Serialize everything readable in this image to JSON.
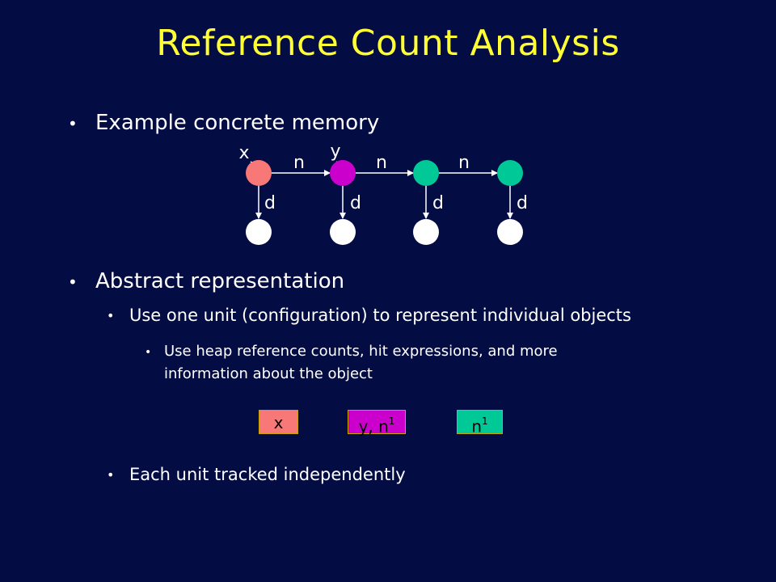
{
  "slide": {
    "title": "Reference Count Analysis",
    "bullets": [
      {
        "text": "Example concrete memory"
      },
      {
        "text": "Abstract representation"
      }
    ],
    "sub_bullets": [
      {
        "text": "Use one unit (configuration) to represent individual objects"
      },
      {
        "text": "Each unit tracked independently"
      }
    ],
    "sub_sub_bullets": [
      {
        "line1": "Use heap reference counts, hit expressions, and more",
        "line2": "information about the object"
      }
    ],
    "diagram": {
      "var_labels": [
        "x",
        "y"
      ],
      "edge_label_n": "n",
      "edge_label_d": "d",
      "node_colors": [
        "#f87878",
        "#cc00cc",
        "#00c896",
        "#00c896"
      ],
      "leaf_color": "#ffffff"
    },
    "units": [
      {
        "main": "x",
        "sup": "",
        "color": "#f87878"
      },
      {
        "main": "y, n",
        "sup": "1",
        "color": "#cc00cc"
      },
      {
        "main": "n",
        "sup": "1",
        "color": "#00c896"
      }
    ]
  }
}
